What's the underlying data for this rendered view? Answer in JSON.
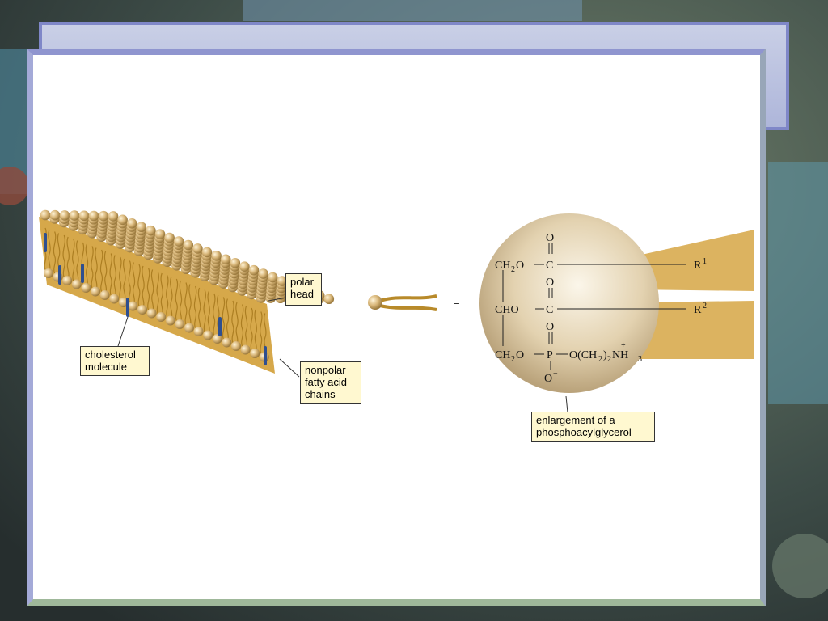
{
  "labels": {
    "polar_head": "polar\nhead",
    "cholesterol": "cholesterol\nmolecule",
    "nonpolar": "nonpolar\nfatty acid\nchains",
    "enlargement": "enlargement of a\nphosphoacylglycerol"
  },
  "equals": "=",
  "structure": {
    "o_top_1": "O",
    "o_top_2": "O",
    "o_top_3": "O",
    "row1_left": "CH",
    "row1_sub": "2",
    "row1_o": "O",
    "row1_c": "C",
    "r1": "R",
    "r1_sup": "1",
    "row2_left": "CHO",
    "row2_c": "C",
    "r2": "R",
    "r2_sup": "2",
    "row3_left": "CH",
    "row3_sub": "2",
    "row3_o": "O",
    "row3_p": "P",
    "row3_o2": "O(CH",
    "row3_sub2": "2",
    "row3_close": ")",
    "row3_sub3": "2",
    "row3_n": "NH",
    "row3_sub4": "3",
    "plus": "+",
    "o_minus": "O",
    "minus": "−"
  },
  "colors": {
    "lipid_head": "#d8b878",
    "lipid_tail": "#c99a2c",
    "cholesterol": "#2f4f8f",
    "tail_band": "#dcb360",
    "sphere": "#e4d4b4",
    "label_fill": "#fff8d0"
  }
}
